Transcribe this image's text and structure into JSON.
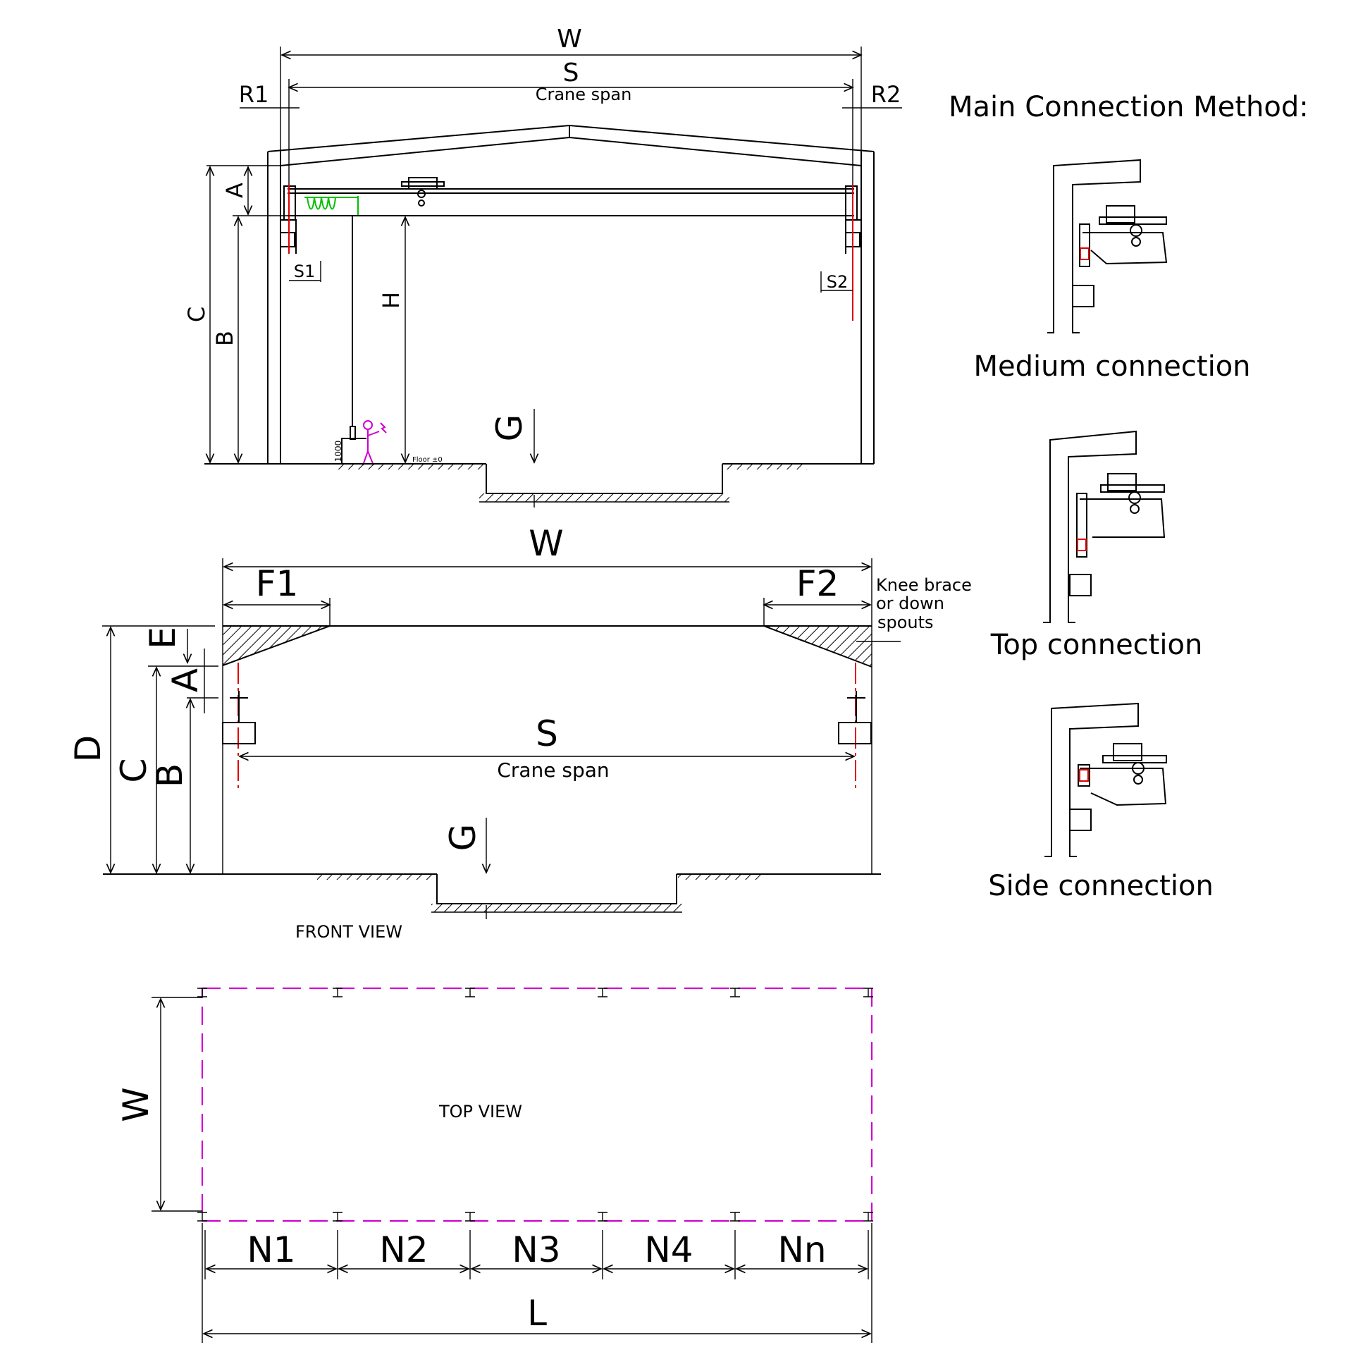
{
  "front_top": {
    "W": "W",
    "S": "S",
    "crane_span": "Crane span",
    "R1": "R1",
    "R2": "R2",
    "A": "A",
    "C": "C",
    "B": "B",
    "H": "H",
    "S1": "S1",
    "S2": "S2",
    "G": "G",
    "h1000": "1000",
    "floor": "Floor ±0"
  },
  "front_view": {
    "W": "W",
    "F1": "F1",
    "F2": "F2",
    "knee_brace": [
      "Knee brace",
      "or down",
      "spouts"
    ],
    "E": "E",
    "A": "A",
    "D": "D",
    "C": "C",
    "B": "B",
    "S": "S",
    "crane_span": "Crane span",
    "G": "G",
    "caption": "FRONT VIEW"
  },
  "top_view": {
    "W": "W",
    "caption": "TOP VIEW",
    "bays": [
      "N1",
      "N2",
      "N3",
      "N4",
      "Nn"
    ],
    "L": "L"
  },
  "connections": {
    "title": "Main Connection Method:",
    "medium": "Medium connection",
    "top": "Top connection",
    "side": "Side connection"
  }
}
